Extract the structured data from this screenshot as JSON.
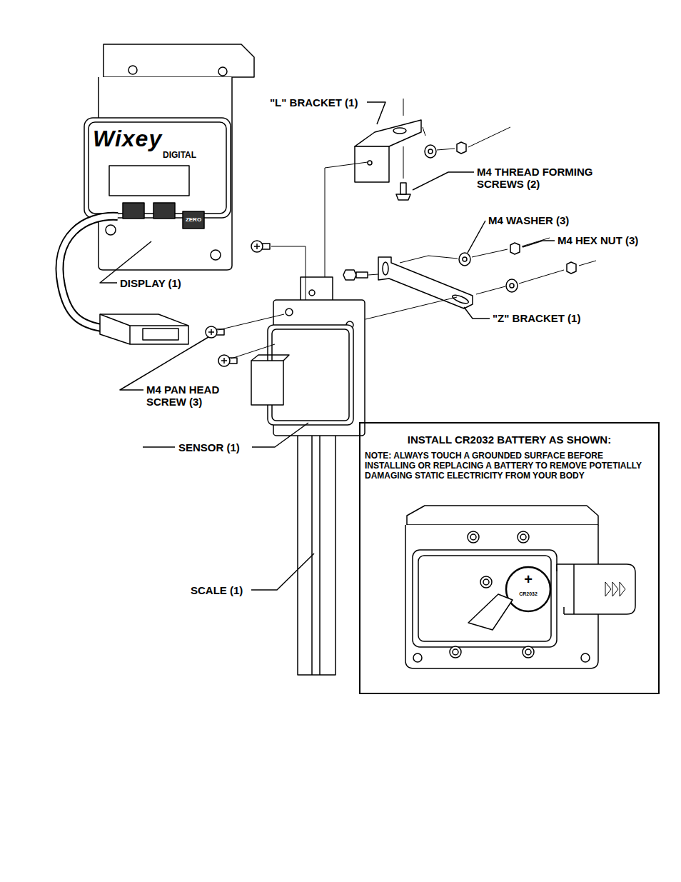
{
  "diagram": {
    "nodes": [
      {
        "text": [
          "INSTALL  CR2032 BATTERY AS SHOWN:",
          "NOTE: ALWAYS TOUCH A GROUNDED SURFACE BEFORE INSTALLING OR REPLACING A BATTERY TO REMOVE POTETIALLY DAMAGING STATIC ELECTRICITY FROM YOUR BODY"
        ]
      }
    ],
    "labels": [
      "\"L\" BRACKET (1)",
      "M4 THREAD FORMING SCREWS (2)",
      "M4 WASHER (3)",
      "M4 HEX NUT (3)",
      "DISPLAY (1)",
      "\"Z\" BRACKET  (1)",
      "M4 PAN HEAD SCREW (3)",
      "SENSOR (1)",
      "SCALE (1)",
      "Wixey",
      "DIGITAL",
      "ZERO",
      "+",
      "CR2032"
    ]
  }
}
